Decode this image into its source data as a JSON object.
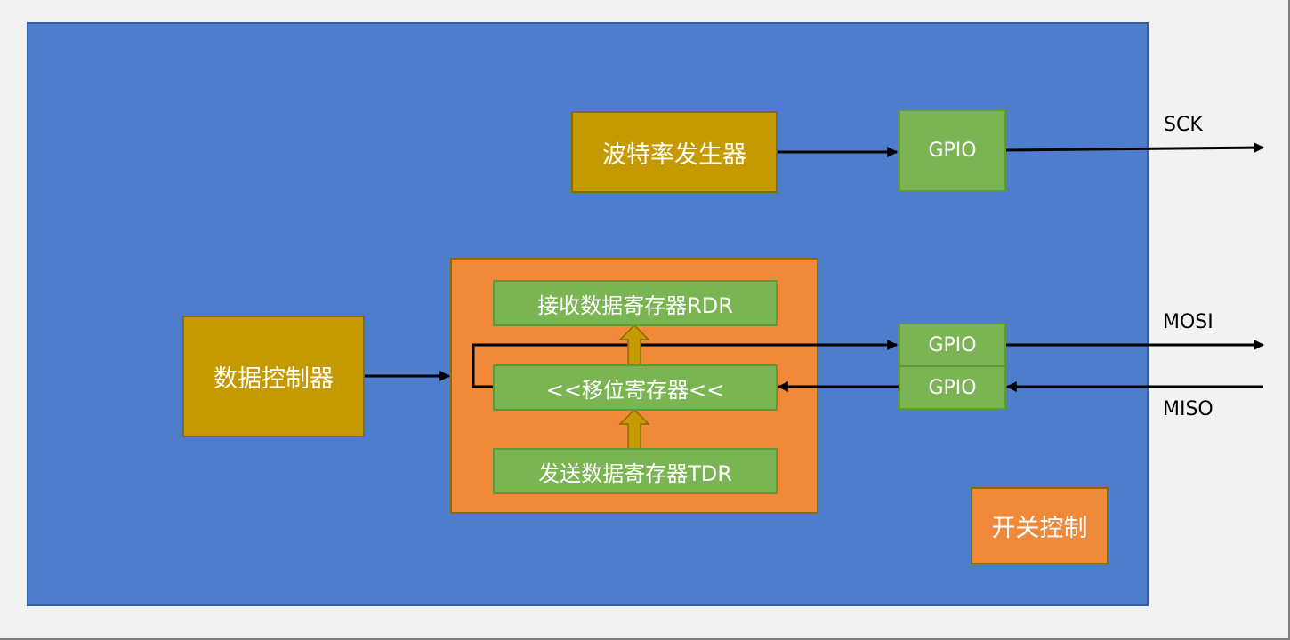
{
  "diagram": {
    "title": "SPI peripheral block diagram",
    "colors": {
      "chip_background": "#4e7ecb",
      "generator_blocks": "#c59a00",
      "shift_unit": "#f0893a",
      "registers_and_gpio": "#7bb553",
      "wires": "#000000",
      "data_path_arrows": "#c59a00"
    },
    "blocks": {
      "baud_rate_generator": "波特率发生器",
      "data_controller": "数据控制器",
      "rdr": "接收数据寄存器RDR",
      "shift_register": "<<移位寄存器<<",
      "tdr": "发送数据寄存器TDR",
      "switch_control": "开关控制",
      "gpio_sck": "GPIO",
      "gpio_mosi": "GPIO",
      "gpio_miso": "GPIO"
    },
    "signals": {
      "sck": "SCK",
      "mosi": "MOSI",
      "miso": "MISO"
    }
  }
}
